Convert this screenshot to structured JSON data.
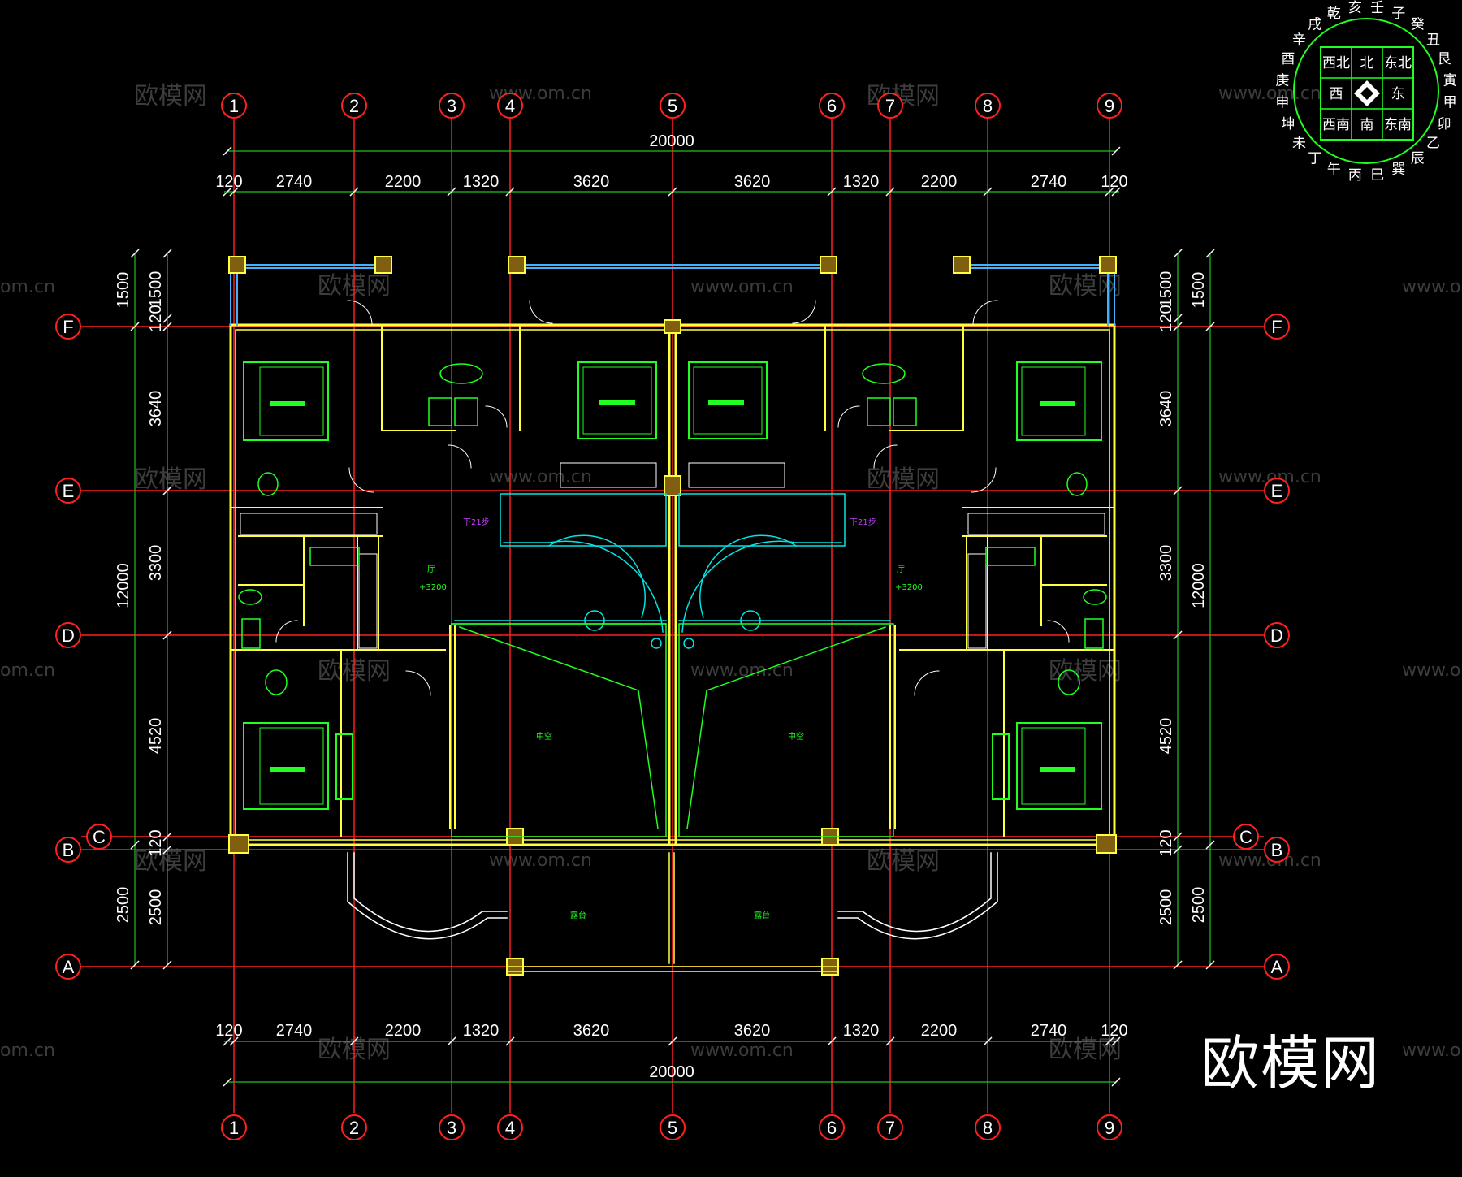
{
  "drawing": {
    "axes_vertical": [
      "1",
      "2",
      "3",
      "4",
      "5",
      "6",
      "7",
      "8",
      "9"
    ],
    "axes_horizontal": [
      "F",
      "E",
      "D",
      "C",
      "B",
      "A"
    ],
    "dims_top_total": "20000",
    "dims_top": [
      "120",
      "2740",
      "2200",
      "1320",
      "3620",
      "3620",
      "1320",
      "2200",
      "2740",
      "120"
    ],
    "dims_bottom_total": "20000",
    "dims_bottom": [
      "120",
      "2740",
      "2200",
      "1320",
      "3620",
      "3620",
      "1320",
      "2200",
      "2740",
      "120"
    ],
    "dims_side_outer": [
      "1500",
      "12000",
      "2500"
    ],
    "dims_side_inner": [
      "1500",
      "120",
      "3640",
      "3300",
      "4520",
      "120",
      "2500"
    ],
    "elevation_labels": [
      "+3200",
      "+3200"
    ],
    "room_labels": {
      "atrium_left": "中空",
      "atrium_right": "中空",
      "terrace_left": "露台",
      "terrace_right": "露台",
      "hall_left": "厅",
      "hall_right": "厅"
    },
    "stair_note_left": "下21步",
    "stair_note_right": "下21步"
  },
  "compass": {
    "grid": [
      "西北",
      "北",
      "东北",
      "西",
      "",
      "东",
      "西南",
      "南",
      "东南"
    ],
    "ring": [
      "壬",
      "子",
      "癸",
      "丑",
      "艮",
      "寅",
      "甲",
      "卯",
      "乙",
      "辰",
      "巽",
      "巳",
      "丙",
      "午",
      "丁",
      "未",
      "坤",
      "申",
      "庚",
      "酉",
      "辛",
      "戌",
      "乾",
      "亥"
    ]
  },
  "watermarks": {
    "cn": "欧模网",
    "url": "www.om.cn",
    "url_short": "om.cn"
  },
  "brand": "欧模网",
  "colors": {
    "background": "#000000",
    "axis_red": "#ff2020",
    "wall_yellow": "#ffff40",
    "furniture_green": "#20ff20",
    "stair_cyan": "#00e5e5",
    "dim_line": "#20c020",
    "text": "#ffffff"
  }
}
